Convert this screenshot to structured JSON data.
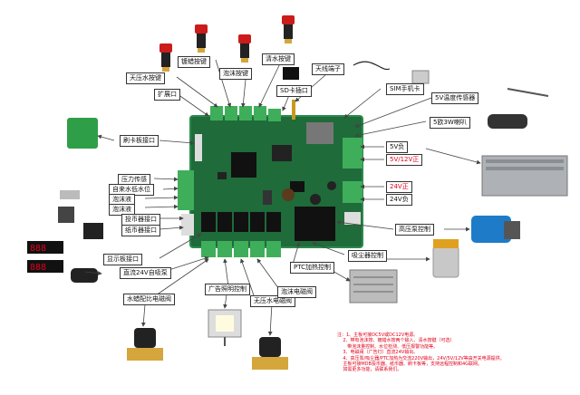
{
  "labels": {
    "high_pressure_water_key": "天压水按键",
    "wax_key": "镀蜡按键",
    "foam_key": "泡沫按键",
    "clean_water_key": "清水按键",
    "expansion_port": "扩展口",
    "sd_card": "SD卡插口",
    "antenna_terminal": "天线端子",
    "sim_card": "SIM手机卡",
    "temp_sensor": "5V温度传感器",
    "speaker": "5欧3W喇叭",
    "card_reader_port": "刷卡板接口",
    "v5_gnd": "5V负",
    "v5_12_pos": "5V/12V正",
    "v24_pos": "24V正",
    "v24_gnd": "24V负",
    "pressure_sensor": "压力传感",
    "tap_water_low_level": "自来水低水位",
    "foam_level": "泡沫液",
    "foam_fluid": "泡沫液",
    "coin_acceptor_port": "投币器接口",
    "bill_acceptor_port": "纸币器接口",
    "display_port": "显示板接口",
    "dc24_pump": "直流24V自吸泵",
    "high_pressure_pump_control": "高压泵控制",
    "vacuum_control": "吸尘器控制",
    "ptc_heating_control": "PTC加热控制",
    "descaler_valve": "水蜡配比电磁阀",
    "ad_light_control": "广告照明控制",
    "no_pressure_valve": "无压水电磁阀",
    "foam_valve": "泡沫电磁阀"
  },
  "notes": "注：1、主板可接DC5V或DC12V电源。\n    2、带有泡沫按、镀蜡水按两个输入、清水按键（可选）\n       带泡沫量控制、水位检测、低压报警功能等。\n    3、电磁阀（广告灯）直流24V输出。\n    4、高压泵/吸尘器/PTC加热为交流220V输出，24V/5V/12V等由开关电源提供。\n    主板可接MDB投币器、纸币器、刷卡板等，支持远程控制和4G联网。\n    如需更多功能，请联系我们。"
}
